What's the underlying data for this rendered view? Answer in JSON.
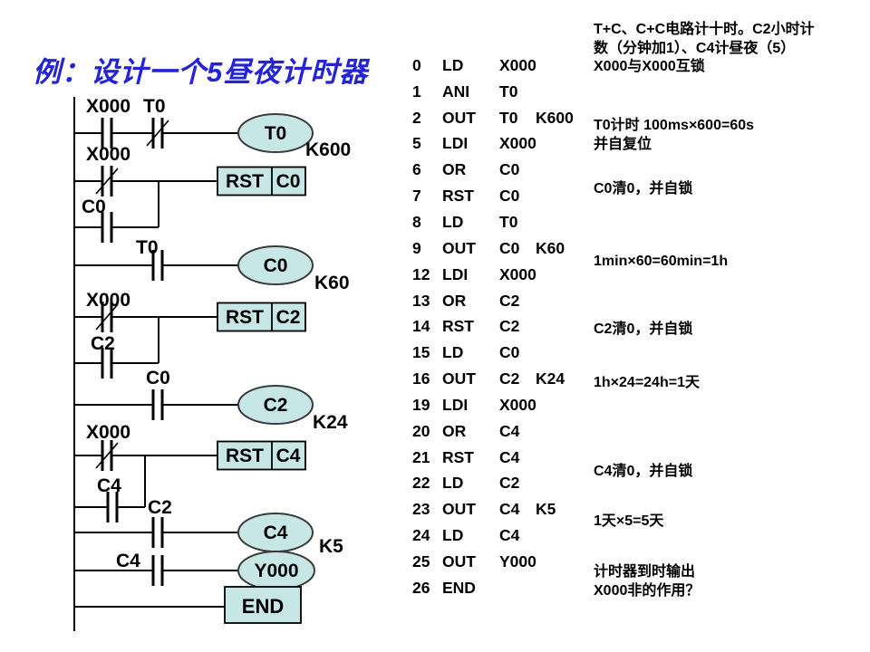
{
  "title": "例：设计一个5昼夜计时器",
  "colors": {
    "title_blue": "#2424D6",
    "shape_fill": "#C7E6E6",
    "shape_stroke": "#3A3A3A",
    "wire": "#000000"
  },
  "ladder": {
    "rung1": {
      "contact1": "X000",
      "contact2": "T0",
      "coil": "T0",
      "k": "K600"
    },
    "rung2": {
      "contact1": "X000",
      "parallel": "C0",
      "box_cmd": "RST",
      "box_target": "C0"
    },
    "rung3": {
      "contact1": "T0",
      "coil": "C0",
      "k": "K60"
    },
    "rung4": {
      "contact1": "X000",
      "parallel": "C2",
      "box_cmd": "RST",
      "box_target": "C2"
    },
    "rung5": {
      "contact1": "C0",
      "coil": "C2",
      "k": "K24"
    },
    "rung6": {
      "contact1": "X000",
      "parallel": "C4",
      "box_cmd": "RST",
      "box_target": "C4"
    },
    "rung7": {
      "contact1": "C2",
      "coil": "C4",
      "k": "K5"
    },
    "rung8": {
      "contact1": "C4",
      "coil": "Y000"
    },
    "rung9": {
      "box": "END"
    }
  },
  "program": {
    "rows": [
      {
        "step": "0",
        "op": "LD",
        "a1": "X000",
        "a2": ""
      },
      {
        "step": "1",
        "op": "ANI",
        "a1": "T0",
        "a2": ""
      },
      {
        "step": "2",
        "op": "OUT",
        "a1": "T0",
        "a2": "K600"
      },
      {
        "step": "5",
        "op": "LDI",
        "a1": "X000",
        "a2": ""
      },
      {
        "step": "6",
        "op": "OR",
        "a1": "C0",
        "a2": ""
      },
      {
        "step": "7",
        "op": "RST",
        "a1": "C0",
        "a2": ""
      },
      {
        "step": "8",
        "op": "LD",
        "a1": "T0",
        "a2": ""
      },
      {
        "step": "9",
        "op": "OUT",
        "a1": "C0",
        "a2": "K60"
      },
      {
        "step": "12",
        "op": "LDI",
        "a1": "X000",
        "a2": ""
      },
      {
        "step": "13",
        "op": "OR",
        "a1": "C2",
        "a2": ""
      },
      {
        "step": "14",
        "op": "RST",
        "a1": "C2",
        "a2": ""
      },
      {
        "step": "15",
        "op": "LD",
        "a1": "C0",
        "a2": ""
      },
      {
        "step": "16",
        "op": "OUT",
        "a1": "C2",
        "a2": "K24"
      },
      {
        "step": "19",
        "op": "LDI",
        "a1": "X000",
        "a2": ""
      },
      {
        "step": "20",
        "op": "OR",
        "a1": "C4",
        "a2": ""
      },
      {
        "step": "21",
        "op": "RST",
        "a1": "C4",
        "a2": ""
      },
      {
        "step": "22",
        "op": "LD",
        "a1": "C2",
        "a2": ""
      },
      {
        "step": "23",
        "op": "OUT",
        "a1": "C4",
        "a2": "K5"
      },
      {
        "step": "24",
        "op": "LD",
        "a1": "C4",
        "a2": ""
      },
      {
        "step": "25",
        "op": "OUT",
        "a1": "Y000",
        "a2": ""
      },
      {
        "step": "26",
        "op": "END",
        "a1": "",
        "a2": ""
      }
    ]
  },
  "notes": [
    {
      "lines": [
        "T+C、C+C电路计十时。C2小时计",
        "数（分钟加1）、C4计昼夜（5）",
        "X000与X000互锁"
      ]
    },
    {
      "lines": [
        "T0计时  100ms×600=60s",
        "并自复位"
      ]
    },
    {
      "lines": [
        "C0清0，并自锁"
      ]
    },
    {
      "lines": [
        "1min×60=60min=1h"
      ]
    },
    {
      "lines": [
        "C2清0，并自锁"
      ]
    },
    {
      "lines": [
        "1h×24=24h=1天"
      ]
    },
    {
      "lines": [
        "C4清0，并自锁"
      ]
    },
    {
      "lines": [
        "1天×5=5天"
      ]
    },
    {
      "lines": [
        "计时器到时输出",
        "X000非的作用？"
      ]
    }
  ]
}
